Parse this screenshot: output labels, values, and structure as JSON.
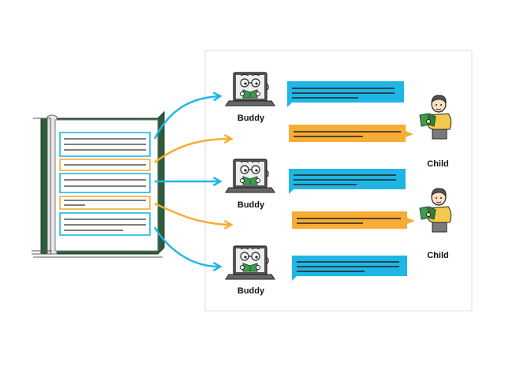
{
  "labels": {
    "buddy": "Buddy",
    "child": "Child"
  },
  "colors": {
    "blue": "#1fb6e6",
    "orange": "#f7ad35",
    "book_green": "#2d5e3c",
    "line_gray": "#555555",
    "panel_border": "#dddddd"
  },
  "flow": [
    {
      "speaker": "buddy",
      "bubble": "blue"
    },
    {
      "speaker": "child",
      "bubble": "orange"
    },
    {
      "speaker": "buddy",
      "bubble": "blue"
    },
    {
      "speaker": "child",
      "bubble": "orange"
    },
    {
      "speaker": "buddy",
      "bubble": "blue"
    }
  ]
}
